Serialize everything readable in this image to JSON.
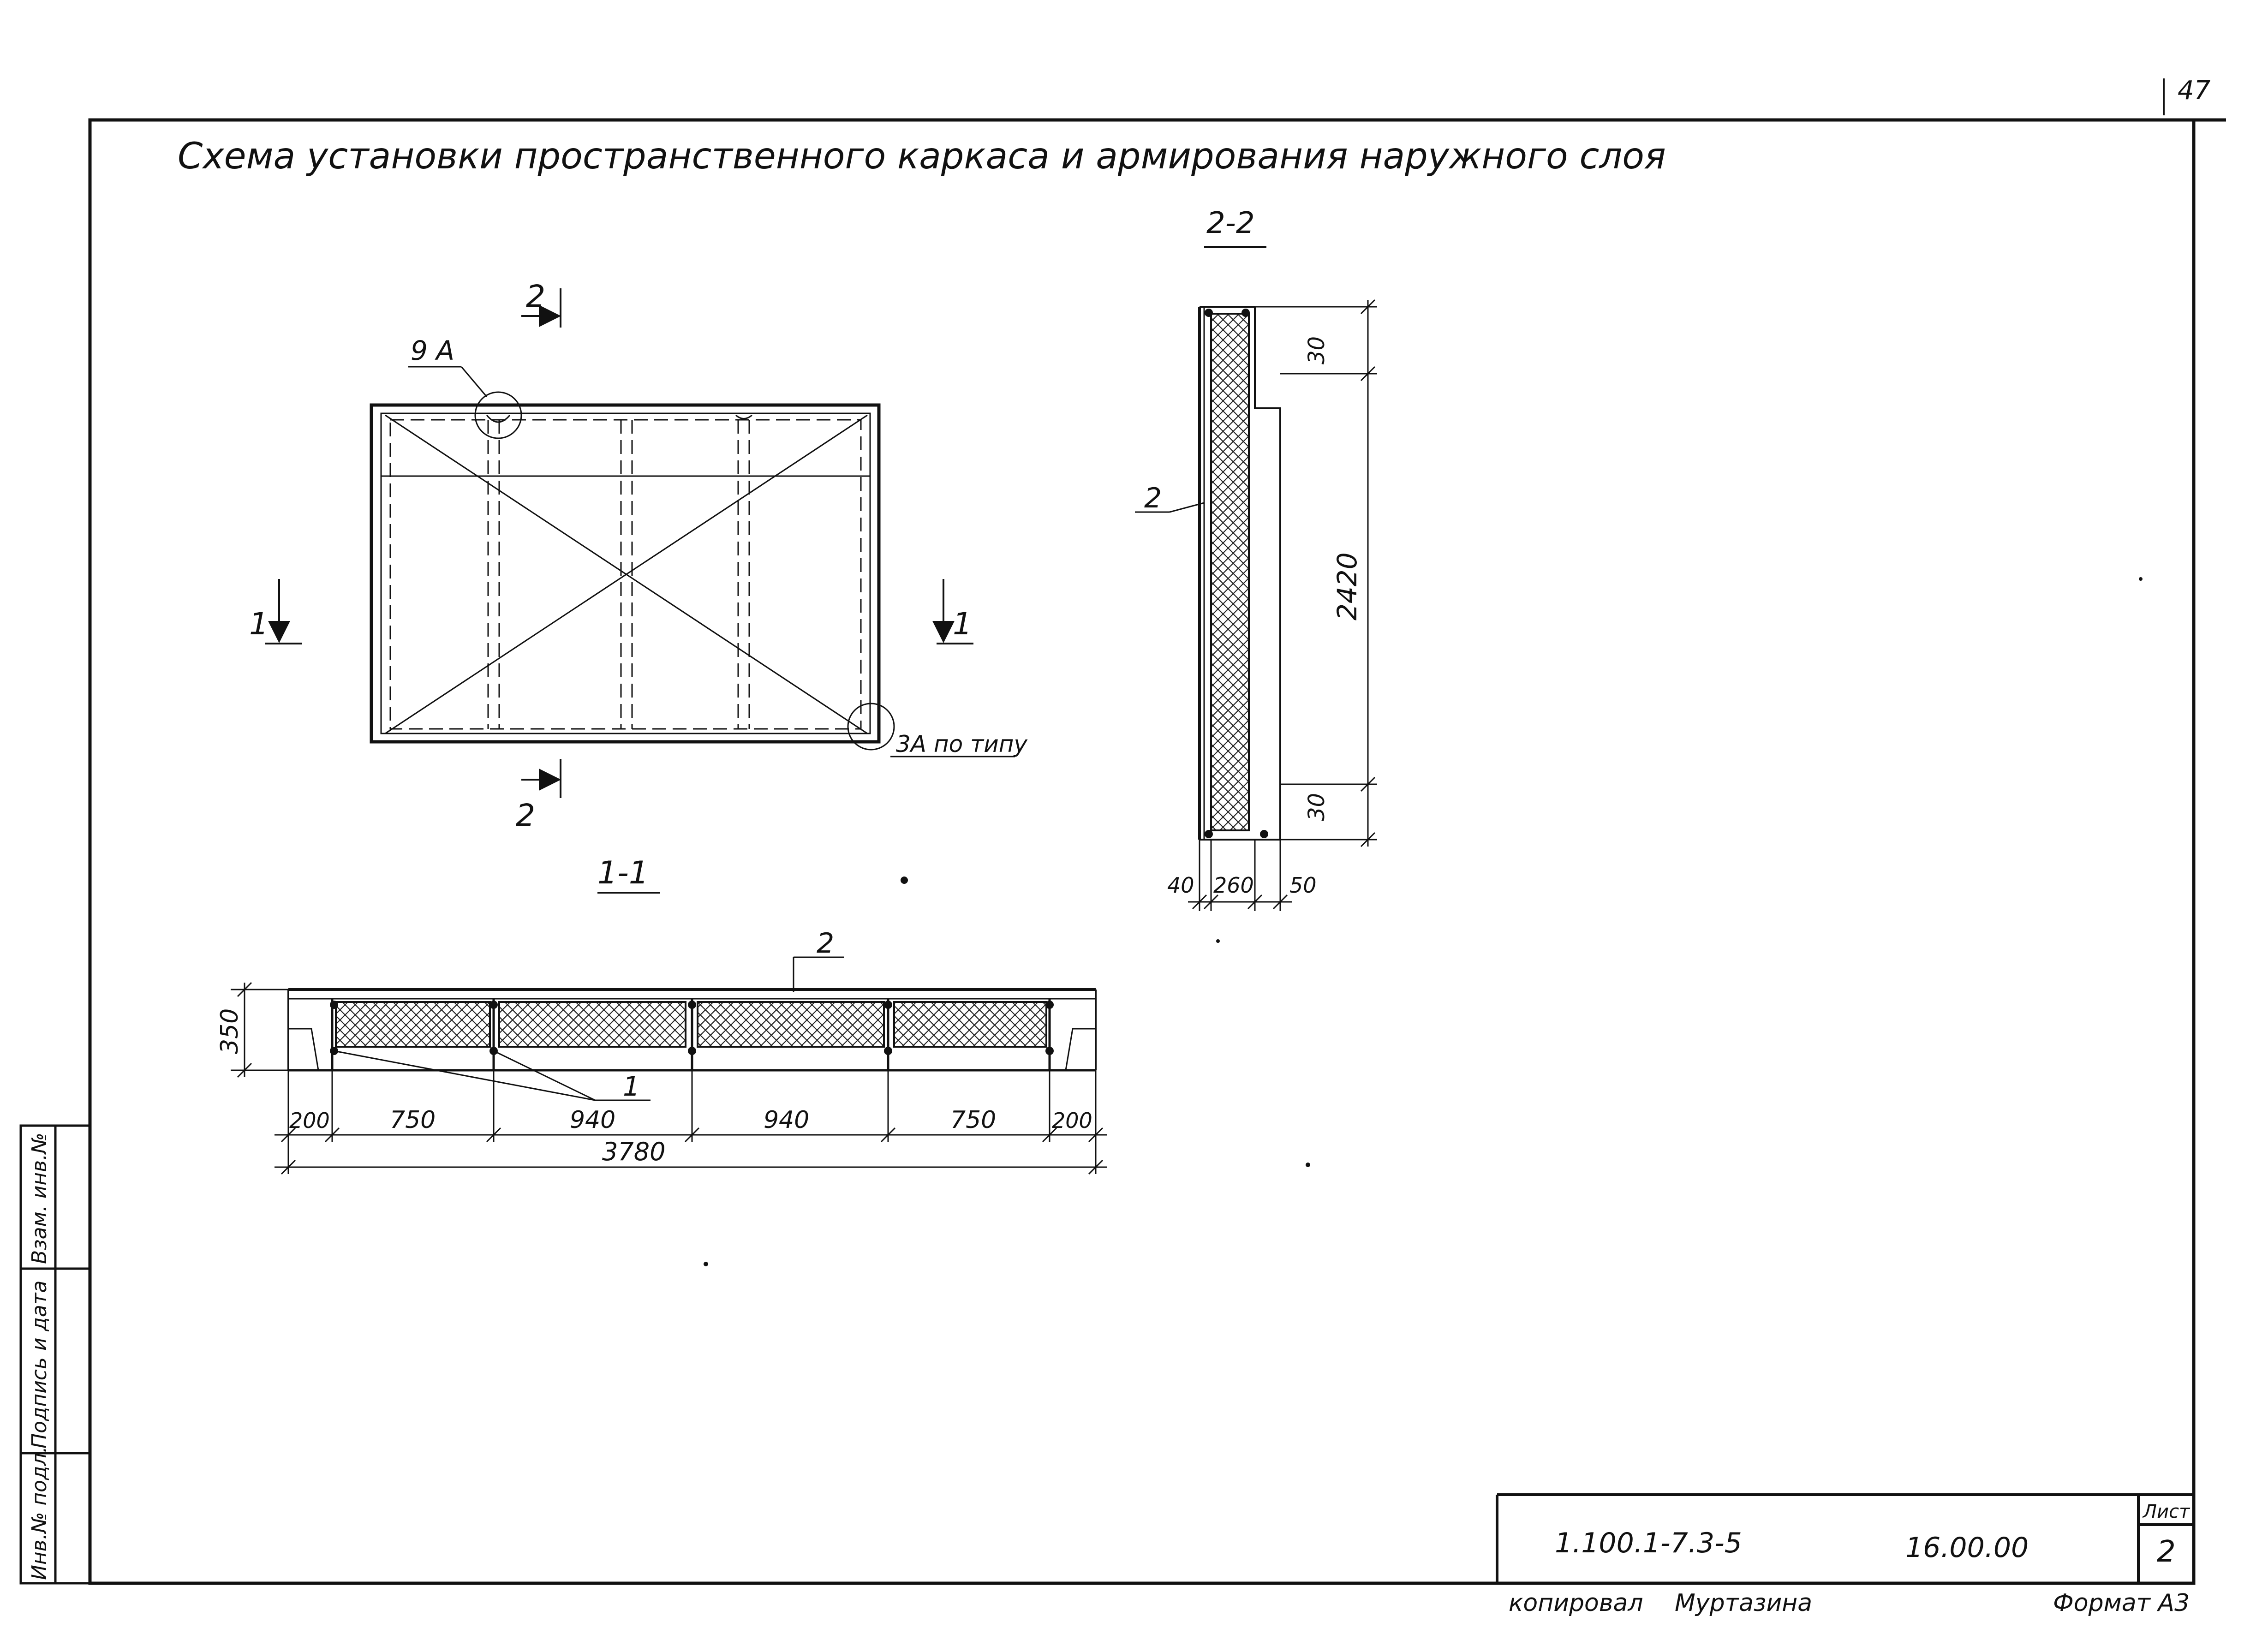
{
  "page_number": "47",
  "title": "Схема установки пространственного каркаса и армирования наружного слоя",
  "plan": {
    "cut_2_top": "2",
    "cut_2_bottom": "2",
    "cut_1_left": "1",
    "cut_1_right": "1",
    "node_9a": "9 А",
    "node_3a": "3А по типу"
  },
  "section_1_1": {
    "title": "1-1",
    "leader_2": "2",
    "leader_1": "1",
    "dim_height": "350",
    "dims": [
      "200",
      "750",
      "940",
      "940",
      "750",
      "200"
    ],
    "total": "3780"
  },
  "section_2_2": {
    "title": "2-2",
    "leader_2": "2",
    "dim_top": "30",
    "dim_height": "2420",
    "dim_bottom": "30",
    "dims_bottom": [
      "40",
      "260",
      "50"
    ]
  },
  "side_stamp": [
    "Инв.№ подл.",
    "Подпись и дата",
    "Взам. инв.№"
  ],
  "title_block": {
    "code": "1.100.1-7.3-5",
    "mark": "16.00.00",
    "sheet_label": "Лист",
    "sheet_number": "2"
  },
  "footer": {
    "copied": "копировал",
    "name": "Муртазина",
    "format": "Формат А3"
  }
}
